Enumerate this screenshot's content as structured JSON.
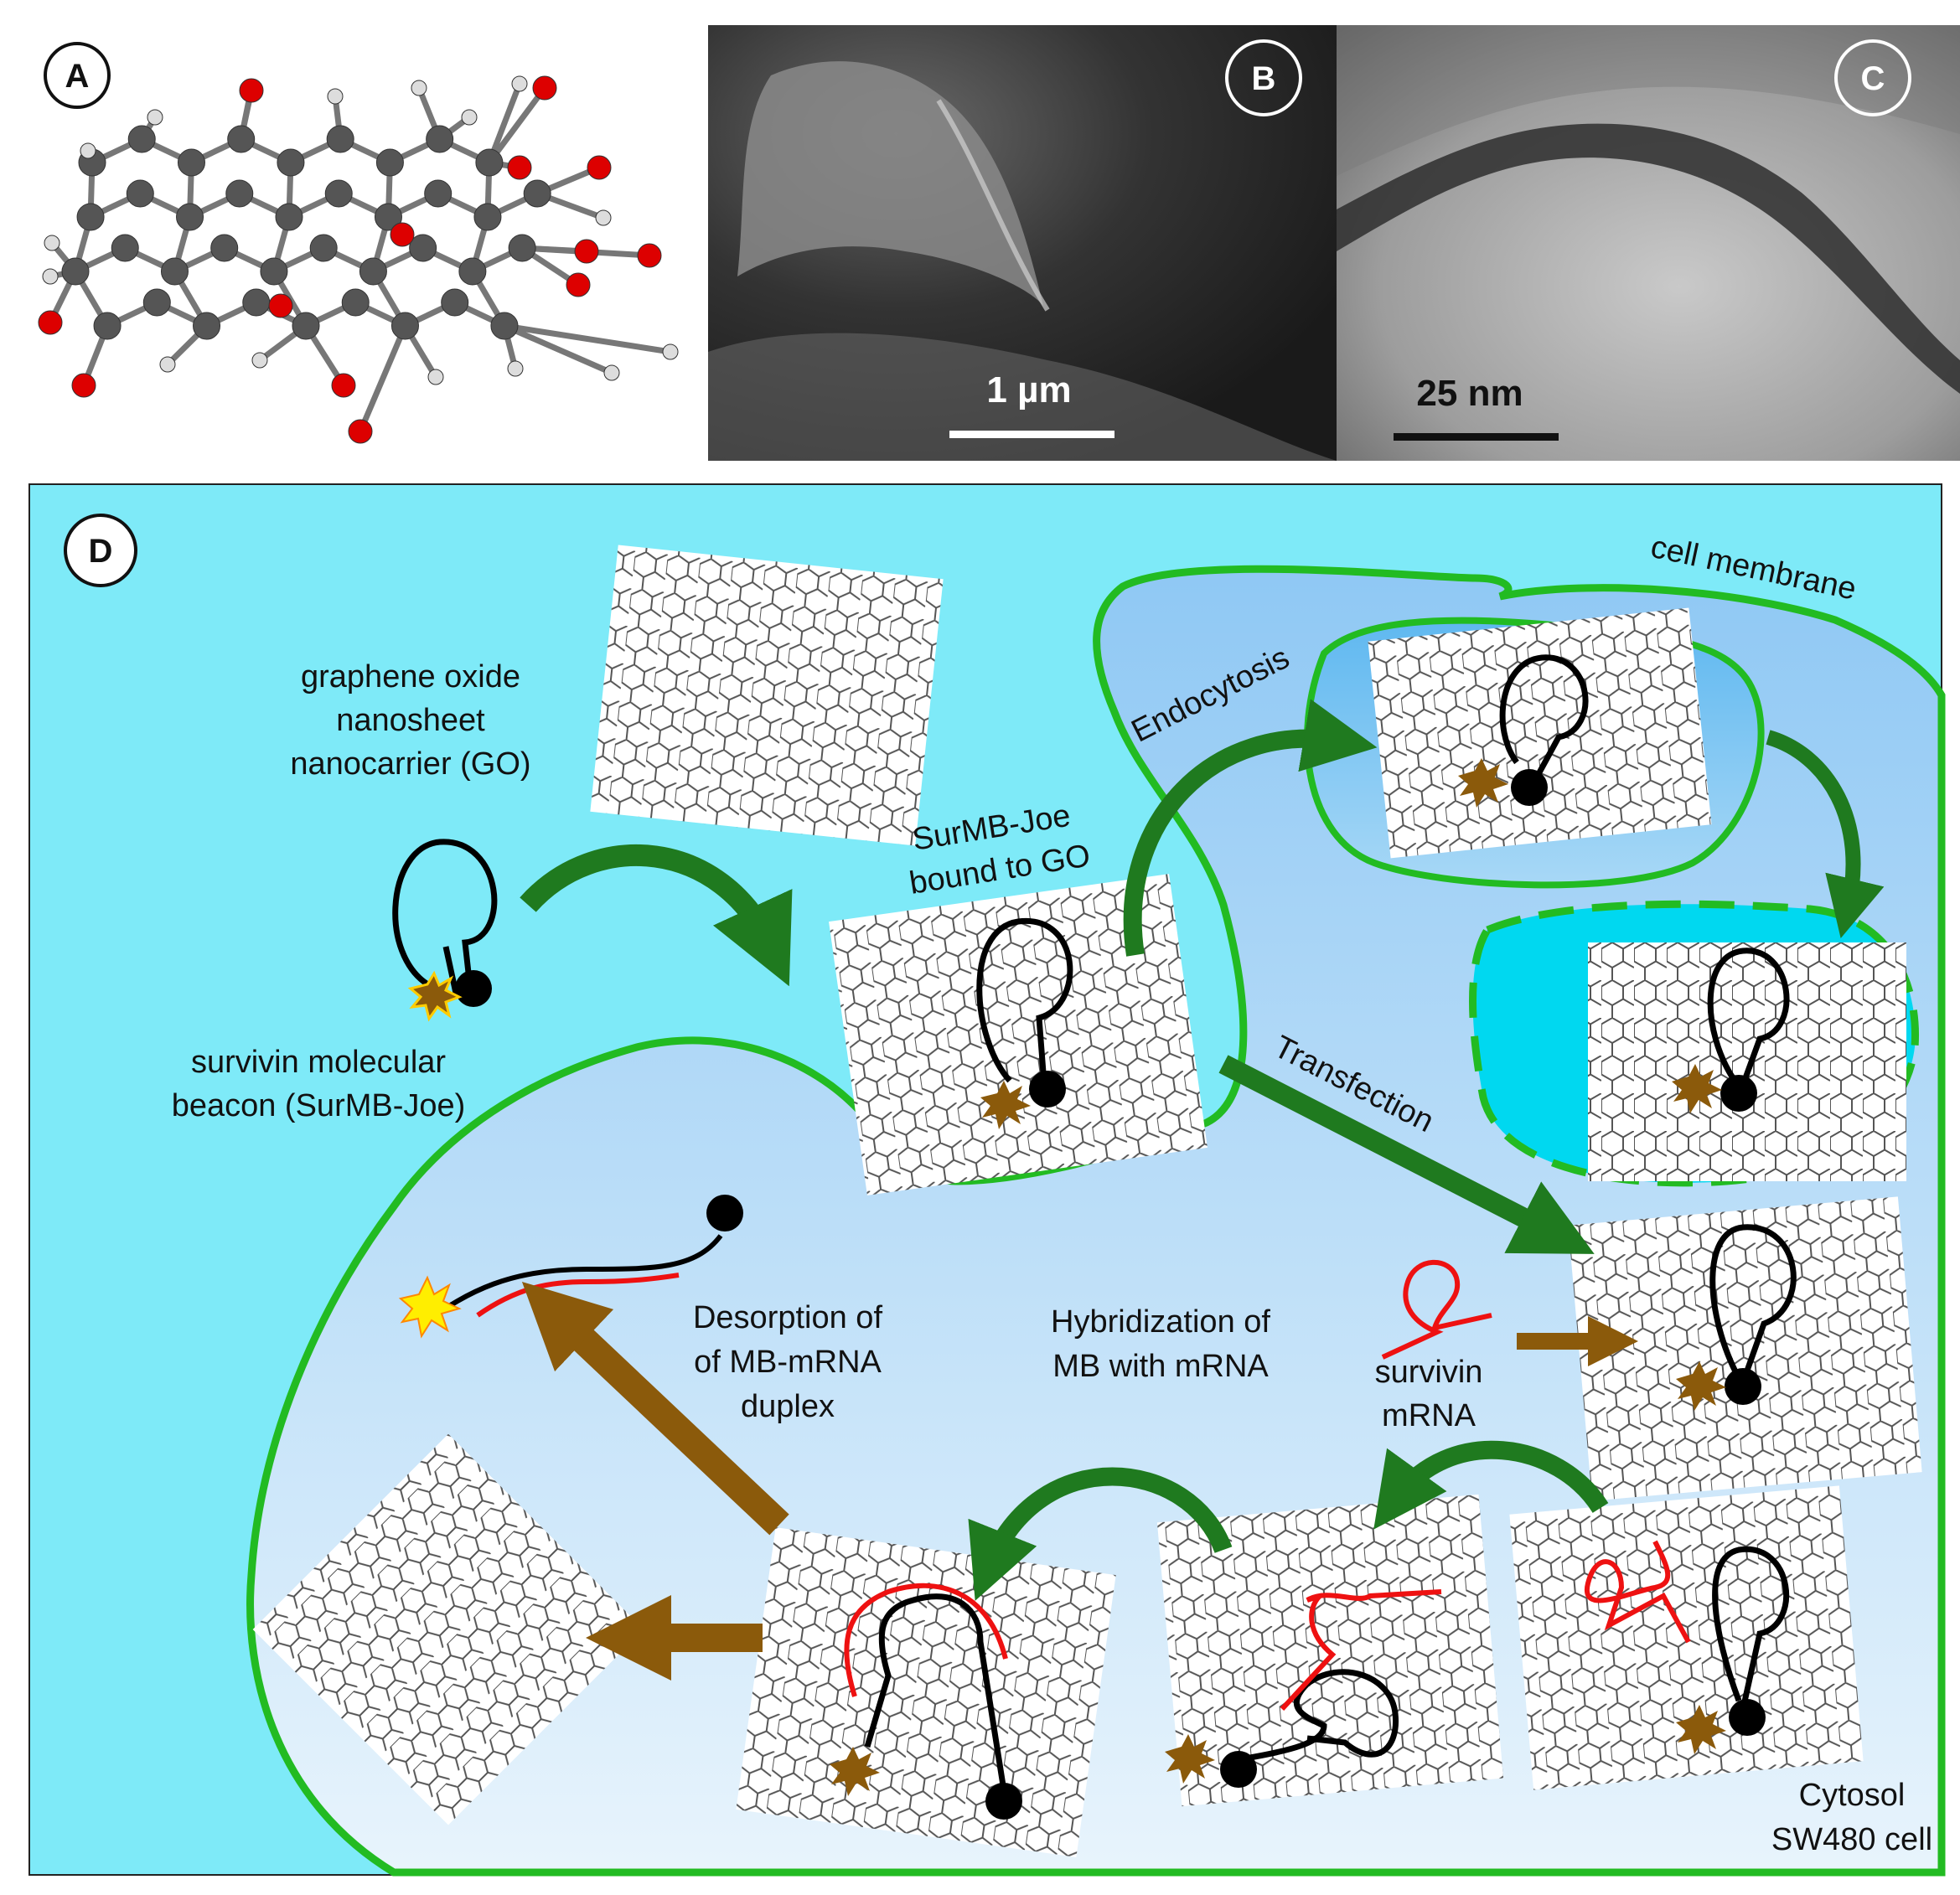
{
  "panels": {
    "a": {
      "letter": "A"
    },
    "b": {
      "letter": "B",
      "scale_bar": "1 µm"
    },
    "c": {
      "letter": "C",
      "scale_bar": "25 nm"
    },
    "d": {
      "letter": "D"
    }
  },
  "labels": {
    "go_line1": "graphene oxide",
    "go_line2": "nanosheet",
    "go_line3": "nanocarrier (GO)",
    "mb_line1": "survivin molecular",
    "mb_line2": "beacon (SurMB-Joe)",
    "bound_line1": "SurMB-Joe",
    "bound_line2": "bound to GO",
    "endocytosis": "Endocytosis",
    "cell_membrane": "cell membrane",
    "transfection": "Transfection",
    "desorption_line1": "Desorption of",
    "desorption_line2": "of MB-mRNA",
    "desorption_line3": "duplex",
    "hybridization_line1": "Hybridization of",
    "hybridization_line2": "MB with mRNA",
    "mrna_line1": "survivin",
    "mrna_line2": "mRNA",
    "cytosol_line1": "Cytosol",
    "cytosol_line2": "SW480 cell"
  },
  "colors": {
    "extracellular_bg": "#7eeaf8",
    "cytosol_top": "#9fd2f6",
    "cytosol_bottom": "#e6f3fc",
    "membrane": "#22bb22",
    "arrow_green": "#1f7a1f",
    "arrow_brown": "#8b5a0b",
    "mrna": "#ee1111",
    "fluorophore": "#8b5a0b",
    "fluorophore_lit": "#ffee00",
    "carbon": "#555555",
    "oxygen": "#dd0000",
    "hydrogen": "#dddddd"
  }
}
